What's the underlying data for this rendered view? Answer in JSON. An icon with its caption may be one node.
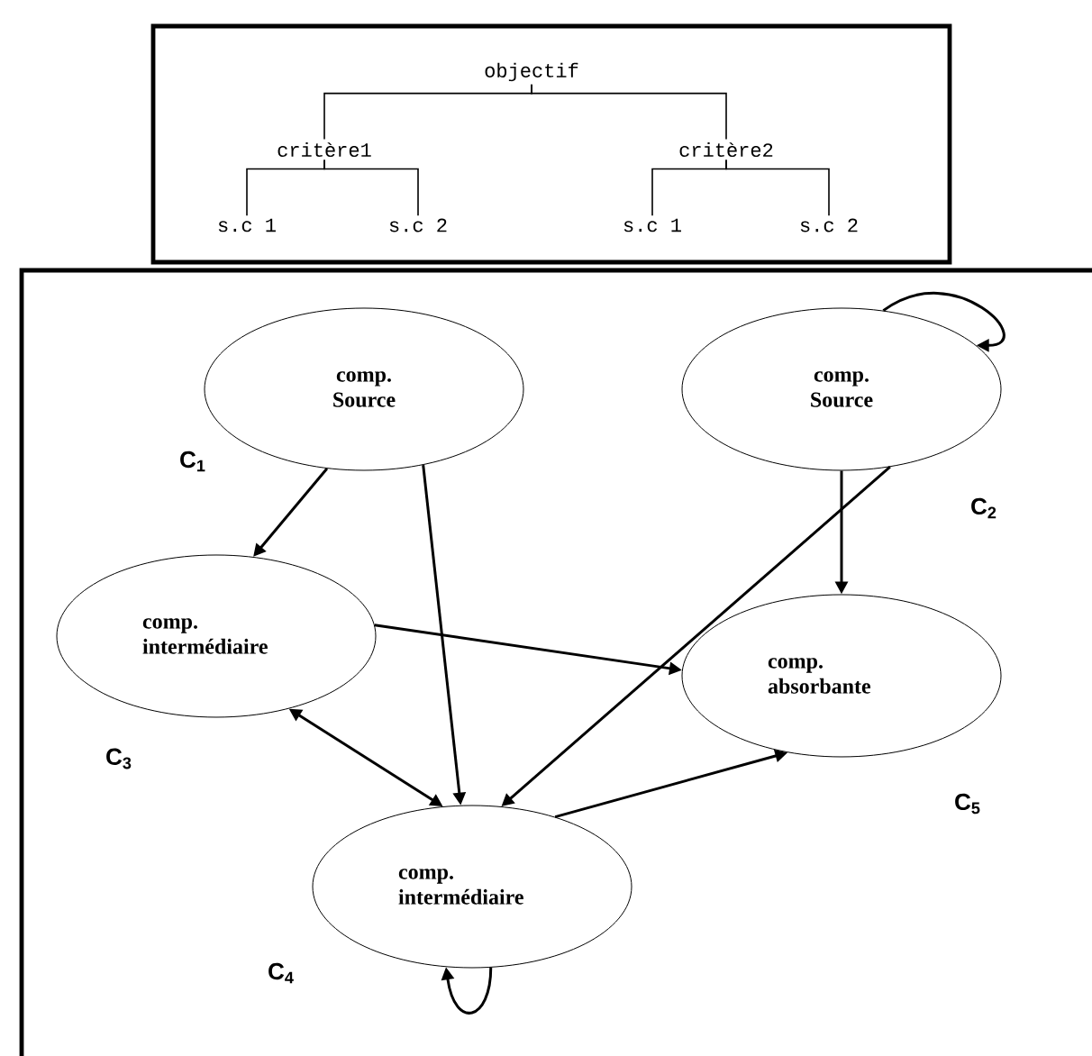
{
  "diagram": {
    "nodes": [
      {
        "text": [],
        "shape": "box"
      },
      {
        "text": [
          "objectif"
        ],
        "in": 0
      },
      {
        "text": [
          "critère1"
        ],
        "in": 0
      },
      {
        "text": [
          "critère2"
        ],
        "in": 0
      },
      {
        "text": [
          "s.c 1"
        ],
        "in": 0
      },
      {
        "text": [
          "s.c 2"
        ],
        "in": 0
      },
      {
        "text": [
          "s.c 1"
        ],
        "in": 0
      },
      {
        "text": [
          "s.c 2"
        ],
        "in": 0
      },
      {
        "text": [],
        "shape": "box"
      },
      {
        "text": [
          "comp. Source"
        ],
        "in": 8,
        "beside": [
          "C$_{1}$"
        ]
      },
      {
        "text": [
          "comp. Source"
        ],
        "in": 8,
        "beside": [
          "C$_{2}$"
        ]
      },
      {
        "text": [
          "comp. intermédiaire"
        ],
        "in": 8,
        "beside": [
          "C$_{3}$"
        ]
      },
      {
        "text": [
          "comp. absorbante"
        ],
        "in": 8,
        "beside": [
          "C$_{5}$"
        ]
      },
      {
        "text": [
          "comp. intermédiaire"
        ],
        "in": 8,
        "beside": [
          "C$_{4}$"
        ]
      }
    ],
    "edges": [
      {
        "from": 1,
        "to": 2,
        "arrow": "none"
      },
      {
        "from": 1,
        "to": 3,
        "arrow": "none"
      },
      {
        "from": 2,
        "to": 4,
        "arrow": "none"
      },
      {
        "from": 2,
        "to": 5,
        "arrow": "none"
      },
      {
        "from": 3,
        "to": 6,
        "arrow": "none"
      },
      {
        "from": 3,
        "to": 7,
        "arrow": "none"
      },
      {
        "from": 9,
        "to": 11,
        "arrow": "to"
      },
      {
        "from": 9,
        "to": 13,
        "arrow": "to"
      },
      {
        "from": 10,
        "to": 10,
        "arrow": "to"
      },
      {
        "from": 10,
        "to": 13,
        "arrow": "to"
      },
      {
        "from": 10,
        "to": 12,
        "arrow": "to"
      },
      {
        "from": 11,
        "to": 12,
        "arrow": "to"
      },
      {
        "from": 11,
        "to": 13,
        "arrow": "both"
      },
      {
        "from": 13,
        "to": 12,
        "arrow": "to"
      },
      {
        "from": 13,
        "to": 13,
        "arrow": "to"
      }
    ]
  }
}
